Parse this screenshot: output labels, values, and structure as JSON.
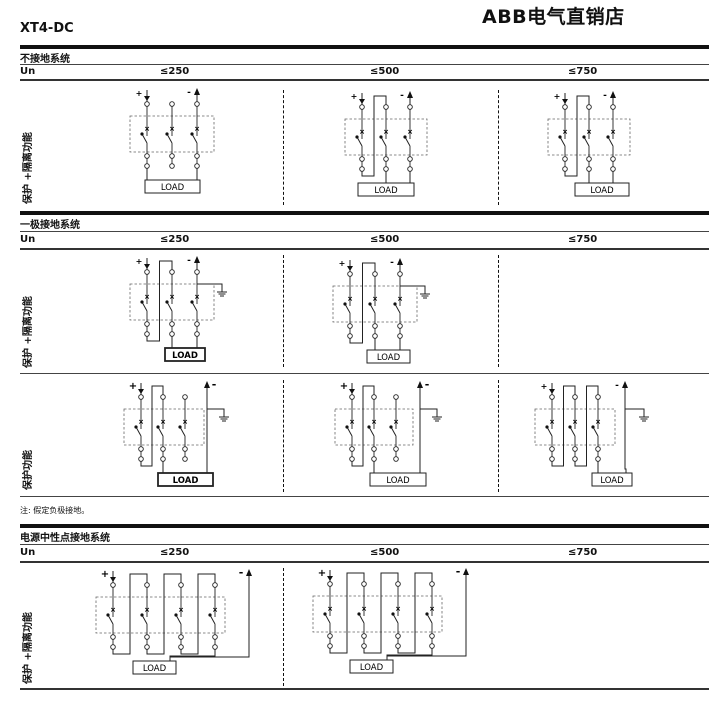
{
  "header": {
    "brand": "ABB电气直销店",
    "model": "XT4-DC"
  },
  "columns": {
    "un": "Un",
    "v250": "≤250",
    "v500": "≤500",
    "v750": "≤750"
  },
  "sections": [
    {
      "title": "不接地系统",
      "rows": [
        {
          "label": "保护 +隔离功能"
        }
      ]
    },
    {
      "title": "一极接地系统",
      "rows": [
        {
          "label": "保护 +隔离功能"
        },
        {
          "label": "保护功能"
        }
      ]
    },
    {
      "title": "电源中性点接地系统",
      "rows": [
        {
          "label": "保护 +隔离功能"
        }
      ]
    }
  ],
  "note": "注: 假定负极接地。",
  "diagram": {
    "plus": "+",
    "minus": "-",
    "load": "LOAD"
  }
}
